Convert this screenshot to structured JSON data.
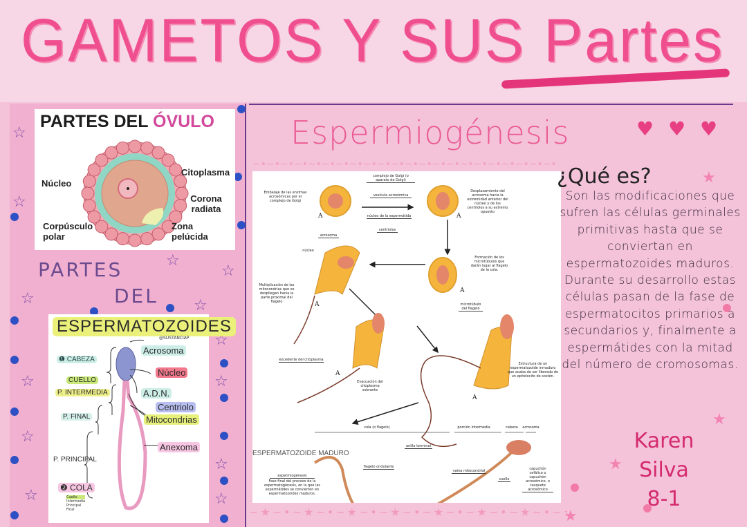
{
  "poster": {
    "title": "GAMETOS Y SUS Partes",
    "colors": {
      "accent_pink": "#ef4f8f",
      "background": "#f4c3da",
      "dot_blue": "#2d50c4",
      "border_purple": "#6a3b8a"
    }
  },
  "ovulo": {
    "title_main": "PARTES DEL ",
    "title_highlight": "ÓVULO",
    "labels": {
      "nucleo": "Núcleo",
      "citoplasma": "Citoplasma",
      "corona": "Corona radiata",
      "corpusculo": "Corpúsculo polar",
      "zona": "Zona pelúcida"
    }
  },
  "partes_del": {
    "line1": "PARTES",
    "line2": "DEL"
  },
  "espermatozoides": {
    "title": "ESPERMATOZOIDES",
    "handle": "@SUSTANCIAP",
    "left_labels": {
      "cabeza": "❶ CABEZA",
      "cuello": "CUELLO",
      "intermedia": "P. INTERMEDIA",
      "final": "P. FINAL",
      "principal": "P. PRINCIPAL",
      "cola": "❷ COLA"
    },
    "cola_items": [
      "Cuello",
      "Intermedia",
      "Principal",
      "Final"
    ],
    "right_labels": {
      "acrosoma": "Acrosoma",
      "nucleo": "Núcleo",
      "adn": "A.D.N.",
      "centriolo": "Centriolo",
      "mitocondrias": "Mitocondrias",
      "anexoma": "Anexoma"
    }
  },
  "espermiogenesis": {
    "title": "Espermiogénesis",
    "hearts": "♥ ♥ ♥",
    "diagram": {
      "golgi": "complejo de Golgi (o aparato de Golgi)",
      "embalaje": "Embalaje de las enzimas acrosómicas por el complejo de Golgi",
      "vesicula": "vesícula acrosómica",
      "nucleo_espermatida": "núcleo de la espermátida",
      "centriolos": "centriolos",
      "desplazamiento": "Desplazamiento del acrosoma hacia la extremidad anterior del núcleo y de los centriolos a su extremo opuesto",
      "acrosoma": "acrosoma",
      "nucleo": "núcleo",
      "formacion": "Formación de los microtúbulos que darán lugar al flagelo de la cola.",
      "multiplicacion": "Multiplicación de las mitocondrias que se despliegan hacia la parte proximal del flagelo",
      "microtubulo": "microtúbulo del flagelo",
      "excedente": "excedente del citoplasma",
      "evacuacion": "Evacuación del citoplasma sobrante",
      "estructura": "Estructura de un espermatozoide inmaduro que acaba de ser liberado de un epitelocito de sostén.",
      "stage_letter": "A",
      "cola": "cola (o flagelo)",
      "porcion": "porción intermedia",
      "cabeza": "cabeza",
      "acrosoma2": "acrosoma",
      "maduro": "ESPERMATOZOIDE MADURO",
      "esp_heading": "espermiogénesis",
      "esp_caption": "Fase final del proceso de la espermatogénesis, en la que las espermátides se convierten en espermatozoides maduros.",
      "anillo": "anillo terminal",
      "flagelo": "flagelo ondulante",
      "vaina": "vaina mitocondrial",
      "cuello": "cuello",
      "capuchon": "capuchón cefálico o capuchón acrosómico, o casquete acrosómico"
    }
  },
  "que_es": {
    "heading": "¿Qué es?",
    "body": "Son las modificaciones que sufren las células germinales primitivas hasta que se conviertan en espermatozoides maduros. Durante su desarrollo estas células pasan de la fase de espermatocitos primarios a secundarios y, finalmente a espermátides con la mitad del número de cromosomas.",
    "author": "Karen",
    "surname": "Silva",
    "grade": "8-1"
  }
}
